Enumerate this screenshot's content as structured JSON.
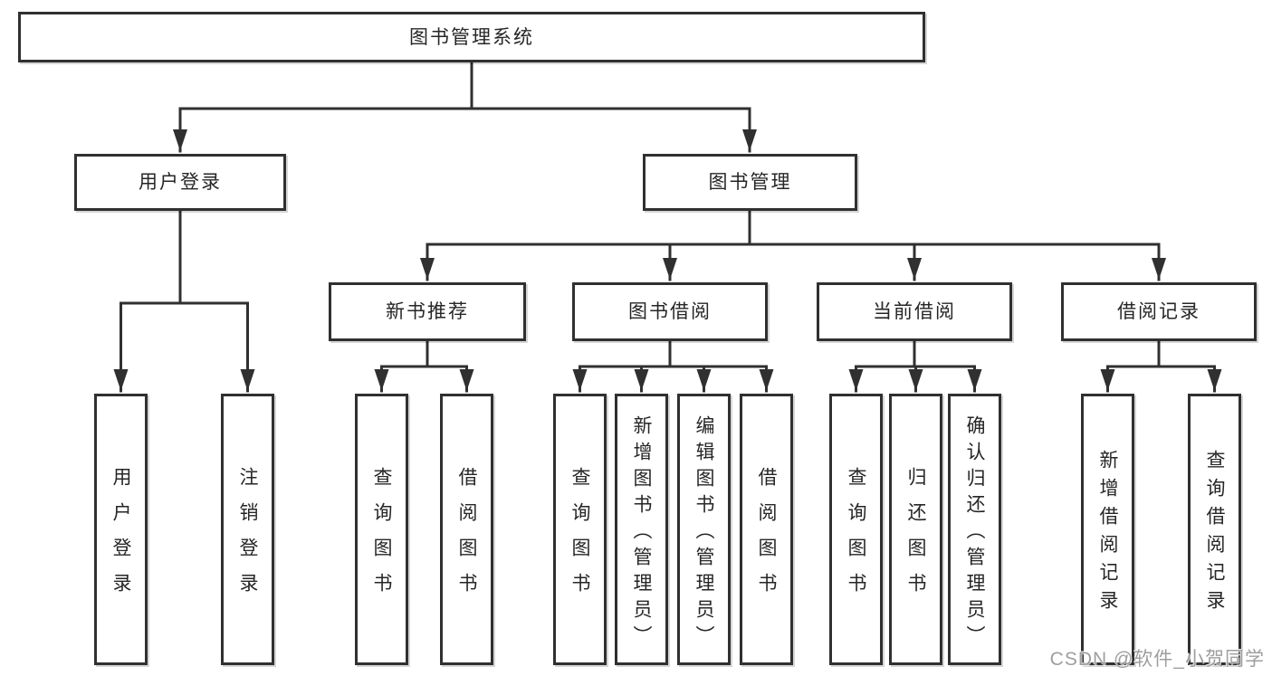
{
  "diagram": {
    "type": "function-decomposition-tree",
    "root": {
      "id": "system",
      "label": "图书管理系统",
      "children": [
        {
          "id": "user-login-module",
          "label": "用户登录",
          "children": [
            {
              "id": "login",
              "label": "用户登录"
            },
            {
              "id": "logout",
              "label": "注销登录"
            }
          ]
        },
        {
          "id": "book-management",
          "label": "图书管理",
          "children": [
            {
              "id": "new-book-recommend",
              "label": "新书推荐",
              "children": [
                {
                  "id": "nb-query-book",
                  "label": "查询图书"
                },
                {
                  "id": "nb-borrow-book",
                  "label": "借阅图书"
                }
              ]
            },
            {
              "id": "book-borrowing",
              "label": "图书借阅",
              "children": [
                {
                  "id": "bb-query-book",
                  "label": "查询图书"
                },
                {
                  "id": "bb-add-book",
                  "label": "新增图书（管理员）"
                },
                {
                  "id": "bb-edit-book",
                  "label": "编辑图书（管理员）"
                },
                {
                  "id": "bb-borrow-book",
                  "label": "借阅图书"
                }
              ]
            },
            {
              "id": "current-borrowing",
              "label": "当前借阅",
              "children": [
                {
                  "id": "cb-query-book",
                  "label": "查询图书"
                },
                {
                  "id": "cb-return-book",
                  "label": "归还图书"
                },
                {
                  "id": "cb-confirm-return",
                  "label": "确认归还（管理员）"
                }
              ]
            },
            {
              "id": "borrowing-records",
              "label": "借阅记录",
              "children": [
                {
                  "id": "br-add-record",
                  "label": "新增借阅记录"
                },
                {
                  "id": "br-query-record",
                  "label": "查询借阅记录"
                }
              ]
            }
          ]
        }
      ]
    },
    "colors": {
      "line": "#303030",
      "box_border": "#303030",
      "box_fill": "#ffffff",
      "text": "#262626",
      "watermark": "#9e9e9e"
    }
  },
  "watermark": "CSDN @软件_小贺同学"
}
